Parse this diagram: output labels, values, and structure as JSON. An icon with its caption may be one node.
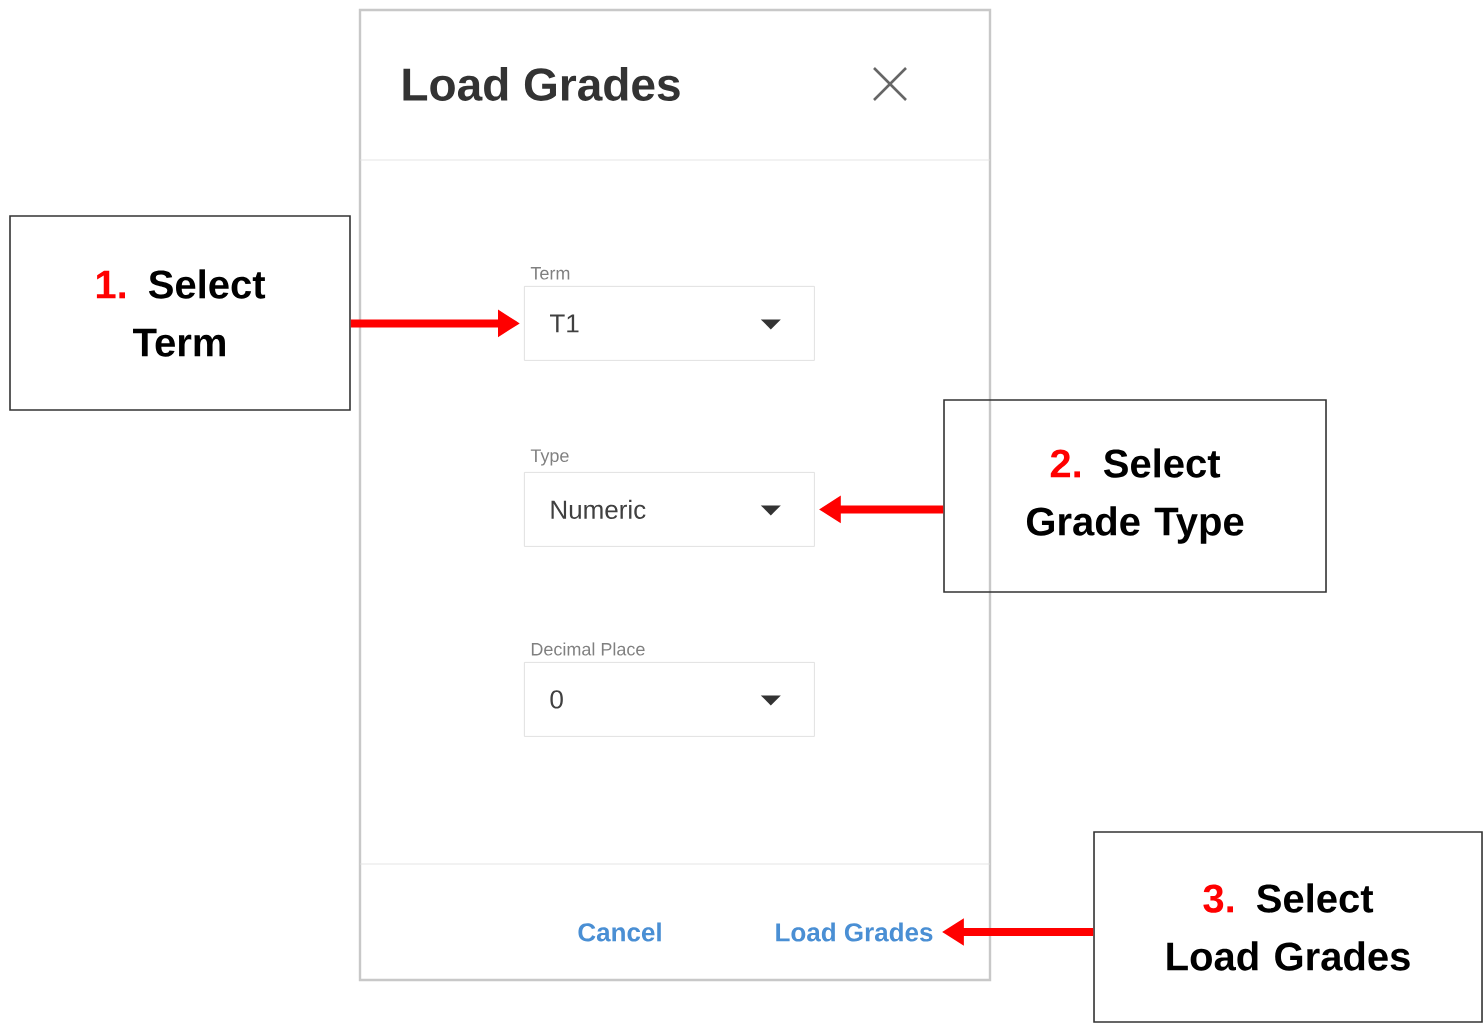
{
  "diagram": {
    "nodes": [
      {
        "text": [
          "Load Grades"
        ]
      },
      {
        "text": [
          "Term",
          "T1"
        ],
        "in": 0
      },
      {
        "text": [
          "Type",
          "Numeric"
        ],
        "in": 0
      },
      {
        "text": [
          "Decimal Place",
          "0"
        ],
        "in": 0
      },
      {
        "text": [
          "Cancel"
        ],
        "in": 0
      },
      {
        "text": [
          "Load Grades"
        ],
        "in": 0
      },
      {
        "text": [
          "1.",
          "Select Term"
        ]
      },
      {
        "text": [
          "2.",
          "Select Grade Type"
        ]
      },
      {
        "text": [
          "3.",
          "Select Load Grades"
        ]
      }
    ],
    "edges": [
      {
        "from": 6,
        "to": 1,
        "arrow": "to"
      },
      {
        "from": 7,
        "to": 2,
        "arrow": "to"
      },
      {
        "from": 8,
        "to": 5,
        "arrow": "to"
      }
    ]
  }
}
